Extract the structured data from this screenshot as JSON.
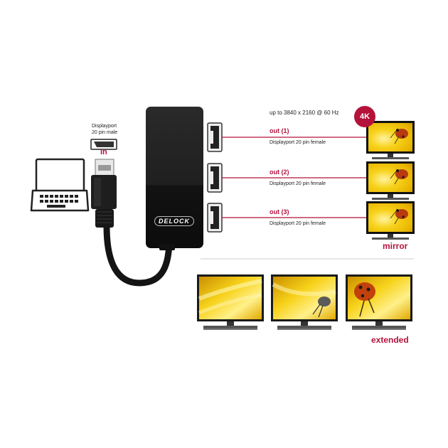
{
  "input": {
    "connector_label_line1": "Displayport",
    "connector_label_line2": "20 pin male",
    "in_label": "in"
  },
  "resolution_label": "up to 3840 x 2160 @ 60 Hz",
  "badge": "4K",
  "brand_logo": "DELOCK",
  "outputs": [
    {
      "label": "out (1)",
      "desc": "Displayport 20 pin female"
    },
    {
      "label": "out (2)",
      "desc": "Displayport 20 pin female"
    },
    {
      "label": "out (3)",
      "desc": "Displayport 20 pin female"
    }
  ],
  "mirror_label": "mirror",
  "extended_label": "extended",
  "colors": {
    "accent_red": "#b5123b",
    "hub_black": "#1b1b1b",
    "screen_yellow": "#f2c200"
  },
  "icons": [
    "laptop-icon",
    "displayport-connector-icon",
    "displayport-plug-icon",
    "monitor-icon",
    "ladybug-image"
  ]
}
